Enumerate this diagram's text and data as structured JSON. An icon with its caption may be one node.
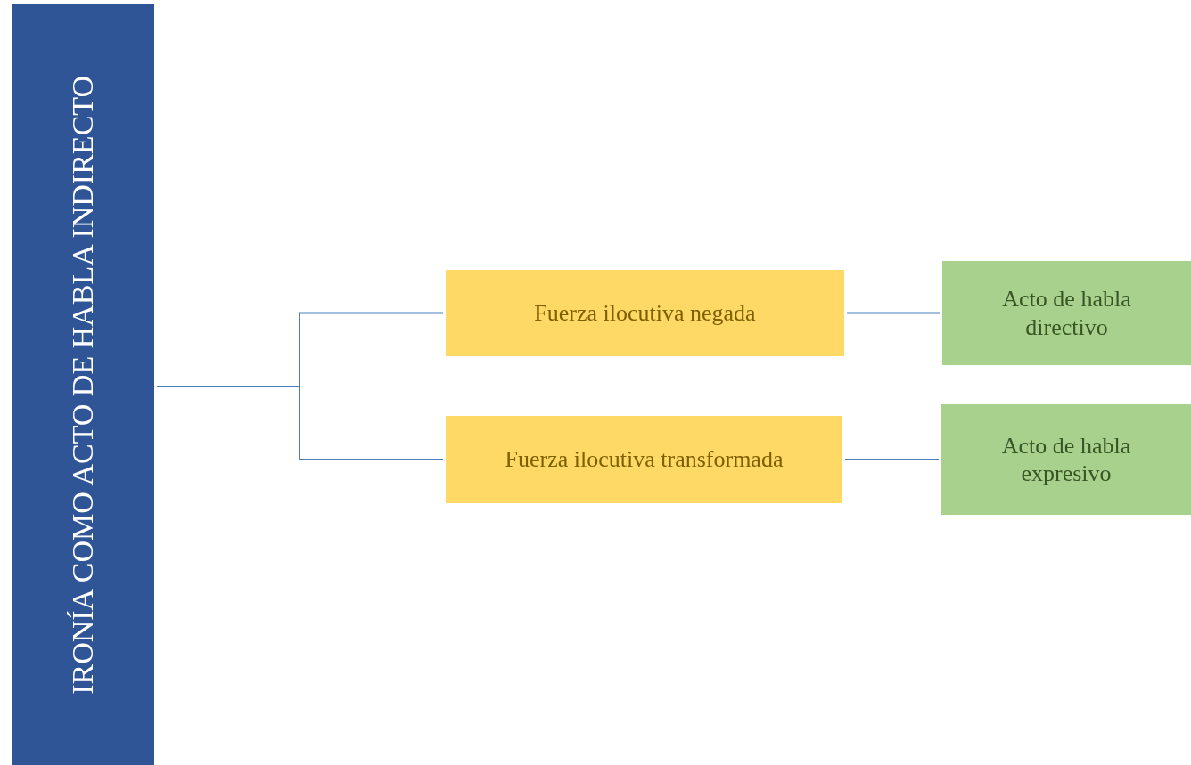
{
  "diagram": {
    "nodes": [
      {
        "text": [
          "IRONÍA COMO ACTO DE HABLA INDIRECTO"
        ]
      },
      {
        "text": [
          "Fuerza ilocutiva negada"
        ]
      },
      {
        "text": [
          "Fuerza ilocutiva transformada"
        ]
      },
      {
        "text": [
          "Acto de habla directivo"
        ]
      },
      {
        "text": [
          "Acto de habla expresivo"
        ]
      }
    ],
    "edges": [
      {
        "from": 0,
        "to": 1,
        "arrow": "none"
      },
      {
        "from": 0,
        "to": 2,
        "arrow": "none"
      },
      {
        "from": 1,
        "to": 3,
        "arrow": "none"
      },
      {
        "from": 2,
        "to": 4,
        "arrow": "none"
      }
    ]
  }
}
